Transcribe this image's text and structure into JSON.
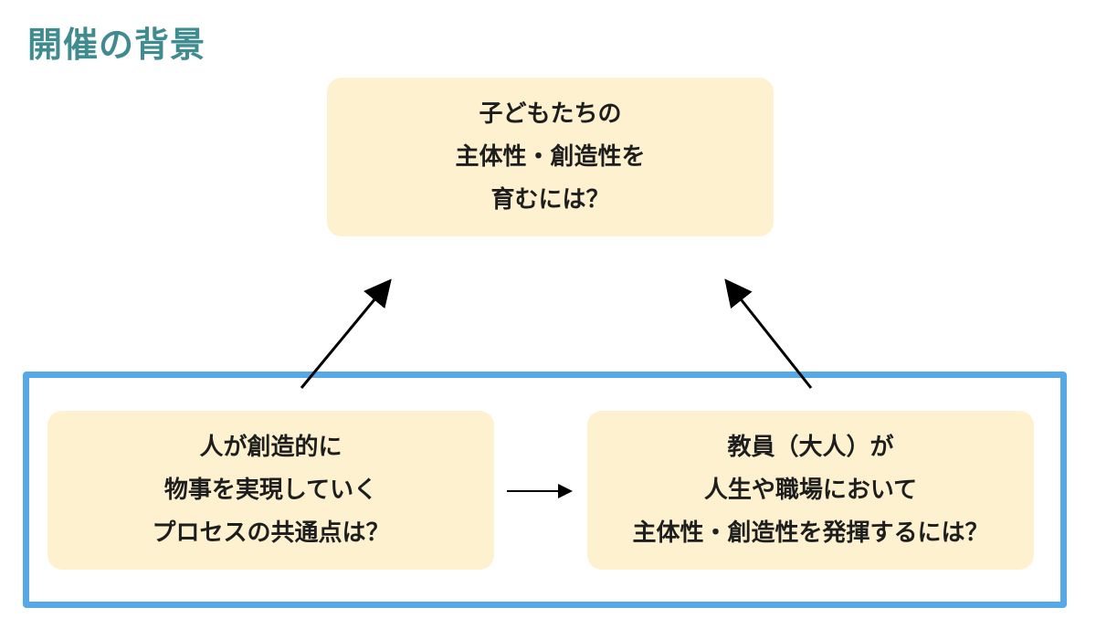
{
  "title": "開催の背景",
  "top_box": {
    "line1": "子どもたちの",
    "line2": "主体性・創造性を",
    "line3": "育むには？"
  },
  "left_box": {
    "line1": "人が創造的に",
    "line2": "物事を実現していく",
    "line3": "プロセスの共通点は？"
  },
  "right_box": {
    "line1": "教員（大人）が",
    "line2": "人生や職場において",
    "line3": "主体性・創造性を発揮するには？"
  },
  "colors": {
    "title": "#3f8b8f",
    "box_fill": "#fdf1cf",
    "frame_border": "#56a9e6",
    "arrow": "#000000"
  }
}
